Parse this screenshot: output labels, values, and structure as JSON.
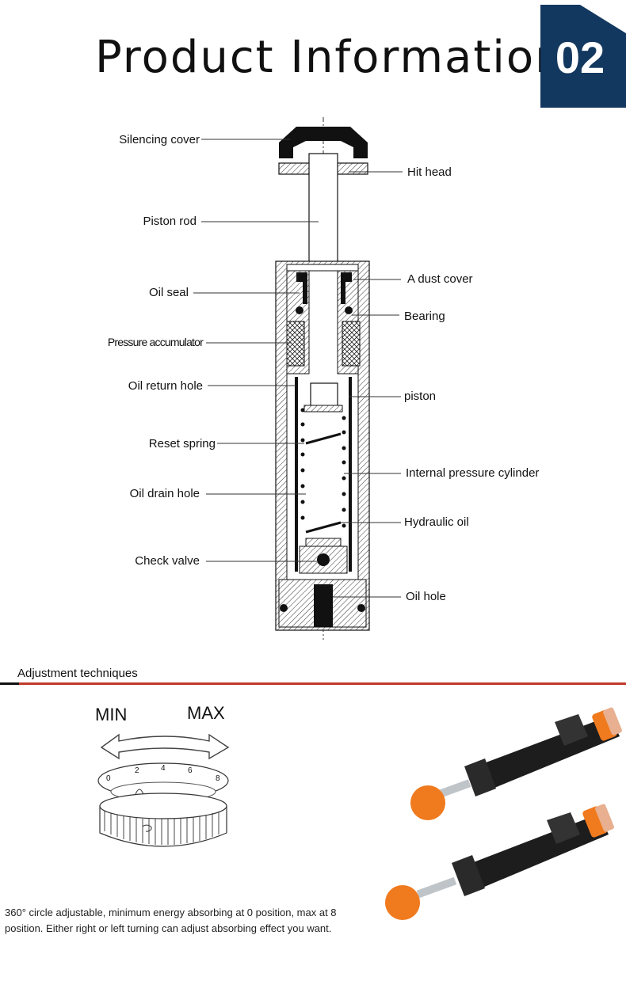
{
  "header": {
    "title": "Product Information",
    "badge_number": "02",
    "badge_color": "#13385f"
  },
  "diagram": {
    "left_labels": {
      "silencing_cover": "Silencing cover",
      "piston_rod": "Piston rod",
      "oil_seal": "Oil seal",
      "pressure_accumulator": "Pressure accumulator",
      "oil_return_hole": "Oil return hole",
      "reset_spring": "Reset spring",
      "oil_drain_hole": "Oil drain hole",
      "check_valve": "Check valve"
    },
    "right_labels": {
      "hit_head": "Hit head",
      "dust_cover": "A dust cover",
      "bearing": "Bearing",
      "piston": "piston",
      "internal_pressure_cylinder": "Internal pressure cylinder",
      "hydraulic_oil": "Hydraulic oil",
      "oil_hole": "Oil hole"
    }
  },
  "adjustment": {
    "section_title": "Adjustment techniques",
    "rule_color": "#c0392b",
    "min_label": "MIN",
    "max_label": "MAX",
    "dial_ticks": [
      "0",
      "2",
      "4",
      "6",
      "8"
    ],
    "description": "360°  circle adjustable, minimum energy absorbing at 0 position, max at 8 position. Either right or left turning can adjust absorbing effect you want.",
    "accent_color": "#f07a1e"
  }
}
